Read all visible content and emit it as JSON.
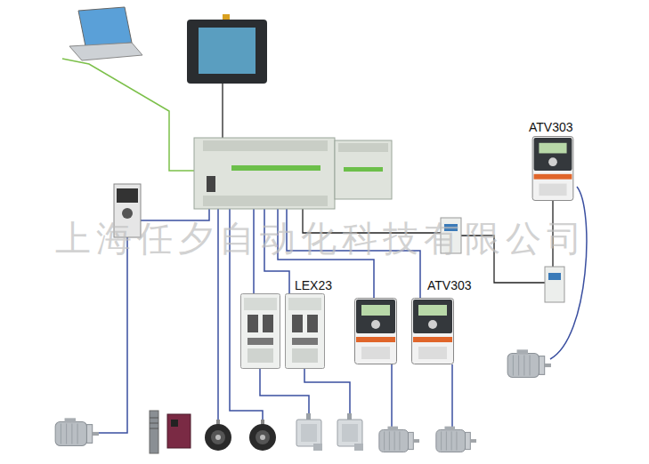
{
  "diagram": {
    "labels": [
      "ATV303",
      "上海任夕自动化科技有限公司",
      "LEX23",
      "ATV303"
    ]
  }
}
